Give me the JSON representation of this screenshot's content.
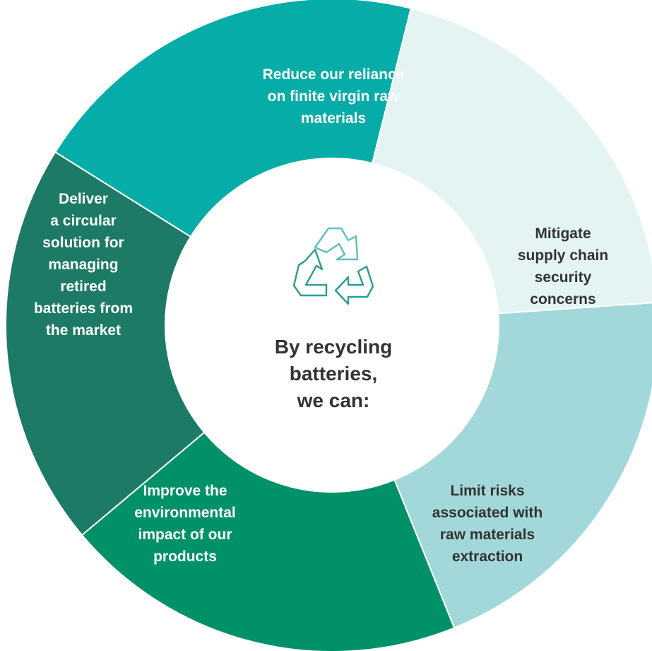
{
  "diagram": {
    "center": {
      "icon": "recycle-icon",
      "lines": [
        "By recycling",
        "batteries,",
        "we can:"
      ],
      "text_color": "#333333",
      "icon_color": "#2a9d8f"
    },
    "segments": [
      {
        "id": "reduce-reliance",
        "lines": [
          "Reduce our reliance",
          "on finite virgin raw",
          "materials"
        ],
        "color": "#05aca8",
        "text_color": "#ffffff"
      },
      {
        "id": "mitigate-supply",
        "lines": [
          "Mitigate",
          "supply chain",
          "security",
          "concerns"
        ],
        "color": "#e3f4f3",
        "text_color": "#333333"
      },
      {
        "id": "limit-risks",
        "lines": [
          "Limit risks",
          "associated with",
          "raw materials",
          "extraction"
        ],
        "color": "#a2d8d9",
        "text_color": "#333333"
      },
      {
        "id": "improve-impact",
        "lines": [
          "Improve the",
          "environmental",
          "impact of our",
          "products"
        ],
        "color": "#009168",
        "text_color": "#ffffff"
      },
      {
        "id": "deliver-circular",
        "lines": [
          "Deliver",
          "a circular",
          "solution for",
          "managing",
          "retired",
          "batteries from",
          "the market"
        ],
        "color": "#1c7a66",
        "text_color": "#ffffff"
      }
    ]
  }
}
